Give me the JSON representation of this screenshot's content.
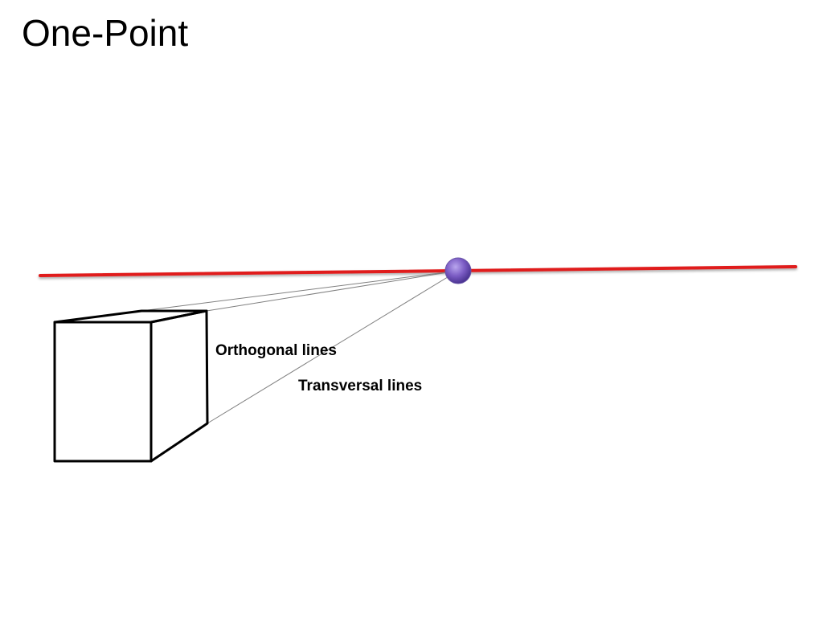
{
  "slide": {
    "title": "One-Point"
  },
  "labels": {
    "orthogonal": "Orthogonal lines",
    "transversal": "Transversal lines"
  },
  "colors": {
    "horizon_line": "#e01b1b",
    "vanishing_point": "#7b5cc4",
    "box_stroke": "#000000",
    "guide_lines": "#808080"
  }
}
